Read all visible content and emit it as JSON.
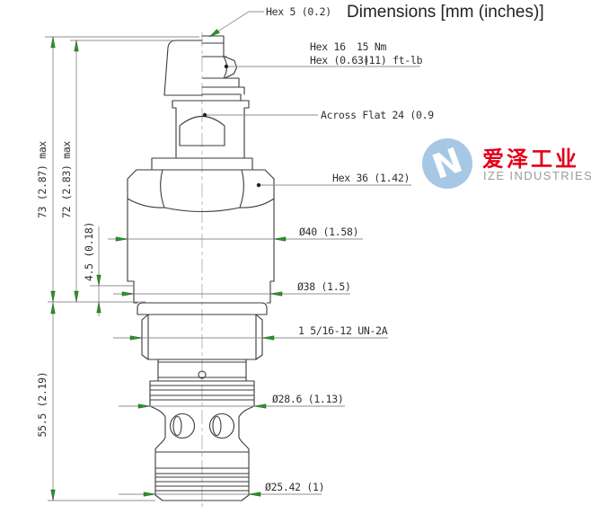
{
  "title": "Dimensions [mm (inches)]",
  "callouts": {
    "hex5": "Hex 5 (0.2)",
    "torque_hex_mm": "Hex 16",
    "torque_nm": "15 Nm",
    "torque_hex_in": "Hex (0.63)",
    "torque_ftlb": "(11) ft-lb",
    "across_flat": "Across Flat 24 (0.9",
    "hex36": "Hex 36 (1.42)",
    "dia40": "Ø40 (1.58)",
    "dia38": "Ø38 (1.5)",
    "thread": "1 5/16-12 UN-2A",
    "dia28_6": "Ø28.6 (1.13)",
    "dia25_42": "Ø25.42 (1)"
  },
  "dimensions": {
    "height_max_73": "73 (2.87) max",
    "height_max_72": "72 (2.83) max",
    "step_4_5": "4.5 (0.18)",
    "cartridge_55_5": "55.5 (2.19)"
  },
  "logo": {
    "chinese_name": "爱泽工业",
    "english_name": "IZE INDUSTRIES",
    "monogram": "N",
    "colors": {
      "circle": "#a6c8e4",
      "chinese": "#e2001a",
      "english": "#9b9b9b"
    }
  },
  "drawing": {
    "line_color": "#3a3a3a",
    "dim_line_color": "#8f8f8f",
    "arrow_color": "#1f9d1f",
    "text_color": "#2f2f2f"
  }
}
